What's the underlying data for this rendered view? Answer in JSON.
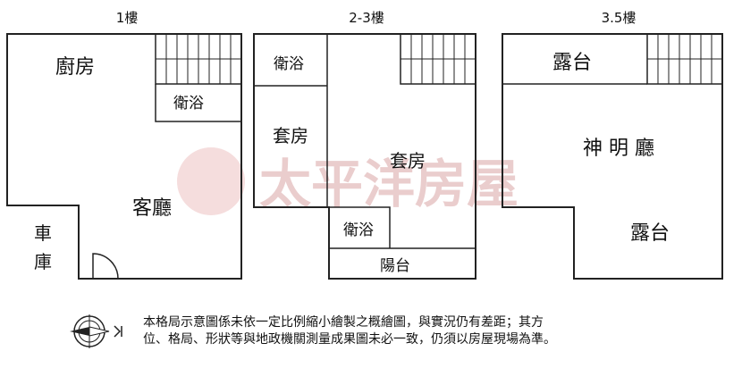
{
  "floors": {
    "f1": {
      "title": "1樓",
      "rooms": {
        "kitchen": "廚房",
        "bath": "衛浴",
        "living": "客廳",
        "garage_1": "車",
        "garage_2": "庫"
      }
    },
    "f23": {
      "title": "2-3樓",
      "rooms": {
        "bath_top": "衛浴",
        "suite_left": "套房",
        "suite_main": "套房",
        "bath_bottom": "衛浴",
        "balcony": "陽台"
      }
    },
    "f35": {
      "title": "3.5樓",
      "rooms": {
        "terrace_top": "露台",
        "shrine": "神 明 廳",
        "terrace_bottom": "露台"
      }
    }
  },
  "watermark": "太平洋房屋",
  "disclaimer": {
    "line1": "本格局示意圖係未依一定比例縮小繪製之概繪圖，與實況仍有差距；其方",
    "line2": "位、格局、形狀等與地政機關測量成果圖未必一致，仍須以房屋現場為準。"
  }
}
